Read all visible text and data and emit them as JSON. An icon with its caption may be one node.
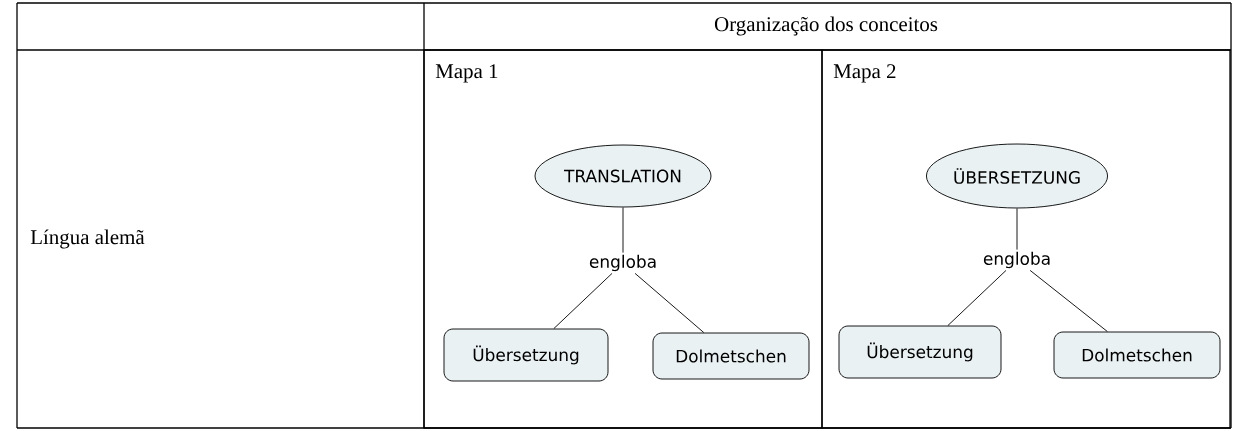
{
  "diagram": {
    "nodes": [
      {
        "text": [
          "Mapa 1"
        ]
      },
      {
        "text": [
          "TRANSLATION"
        ],
        "in": 0
      },
      {
        "text": [
          "engloba"
        ],
        "in": 0
      },
      {
        "text": [
          "Übersetzung"
        ],
        "in": 0
      },
      {
        "text": [
          "Dolmetschen"
        ],
        "in": 0
      },
      {
        "text": [
          "Mapa 2"
        ]
      },
      {
        "text": [
          "ÜBERSETZUNG"
        ],
        "in": 5
      },
      {
        "text": [
          "engloba"
        ],
        "in": 5
      },
      {
        "text": [
          "Übersetzung"
        ],
        "in": 5
      },
      {
        "text": [
          "Dolmetschen"
        ],
        "in": 5
      }
    ],
    "edges": [
      {
        "from": 1,
        "to": 2,
        "arrow": "none"
      },
      {
        "from": 2,
        "to": 3,
        "arrow": "none"
      },
      {
        "from": 2,
        "to": 4,
        "arrow": "none"
      },
      {
        "from": 6,
        "to": 7,
        "arrow": "none"
      },
      {
        "from": 7,
        "to": 8,
        "arrow": "none"
      },
      {
        "from": 7,
        "to": 9,
        "arrow": "none"
      }
    ],
    "labels": [
      "Organização dos conceitos",
      "Língua alemã"
    ]
  }
}
